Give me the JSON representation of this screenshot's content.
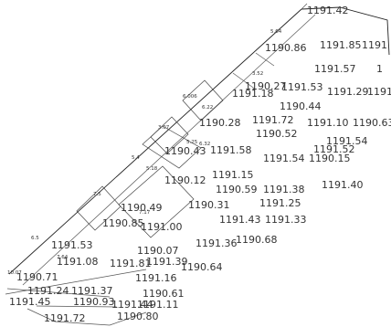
{
  "elevations": [
    "1191.42",
    "1190.86",
    "1191.85",
    "1191",
    "1191.57",
    "1",
    "1190.27",
    "1191.18",
    "1191.53",
    "1191.29",
    "1191",
    "1190.44",
    "1190.28",
    "1191.72",
    "1191.10",
    "1190.63",
    "1190.52",
    "1190.43",
    "1191.58",
    "1191.54",
    "1191.52",
    "1191.54",
    "1190.15",
    "1191.15",
    "1190.12",
    "1190.59",
    "1191.38",
    "1191.40",
    "1190.31",
    "1191.25",
    "1190.49",
    "1191.43",
    "1191.33",
    "1190.85",
    "1191.00",
    "1191.36",
    "1190.68",
    "1191.53",
    "1190.07",
    "1191.08",
    "1191.81",
    "1191.39",
    "1190.64",
    "1190.71",
    "1191.16",
    "1191.24",
    "1191.37",
    "1190.61",
    "1191.45",
    "1190.93",
    "1191.44",
    "1191.11",
    "1191.72",
    "1190.80"
  ],
  "small_labels": [
    "5.64",
    "3.52",
    "6.006",
    "6.22",
    "3.07",
    "5.25",
    "6.32",
    "5.4",
    "5.18",
    "7.5",
    "7.17",
    "6.5",
    "7.64",
    "10.07"
  ],
  "line_color": "#444444",
  "text_color": "#333333"
}
